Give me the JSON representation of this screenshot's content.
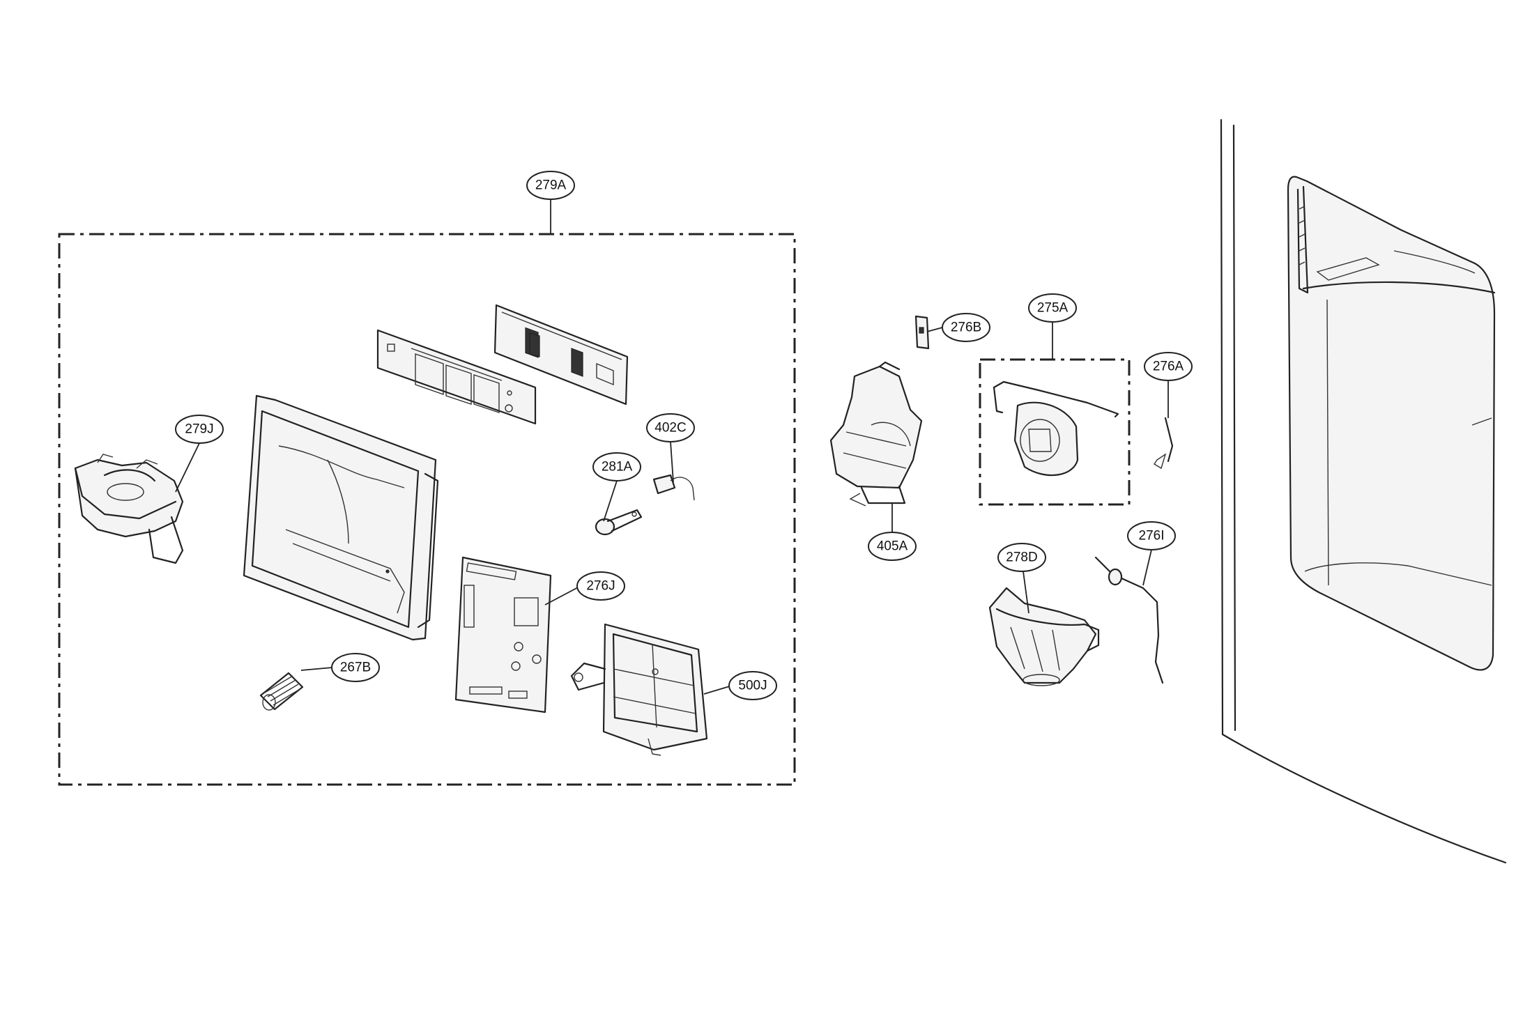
{
  "callouts": {
    "c279A": "279A",
    "c279J": "279J",
    "c281A": "281A",
    "c402C": "402C",
    "c276J": "276J",
    "c267B": "267B",
    "c500J": "500J",
    "c276B": "276B",
    "c275A": "275A",
    "c276A": "276A",
    "c405A": "405A",
    "c278D": "278D",
    "c276I": "276I"
  },
  "colors": {
    "line": "#222222",
    "background": "#ffffff"
  }
}
